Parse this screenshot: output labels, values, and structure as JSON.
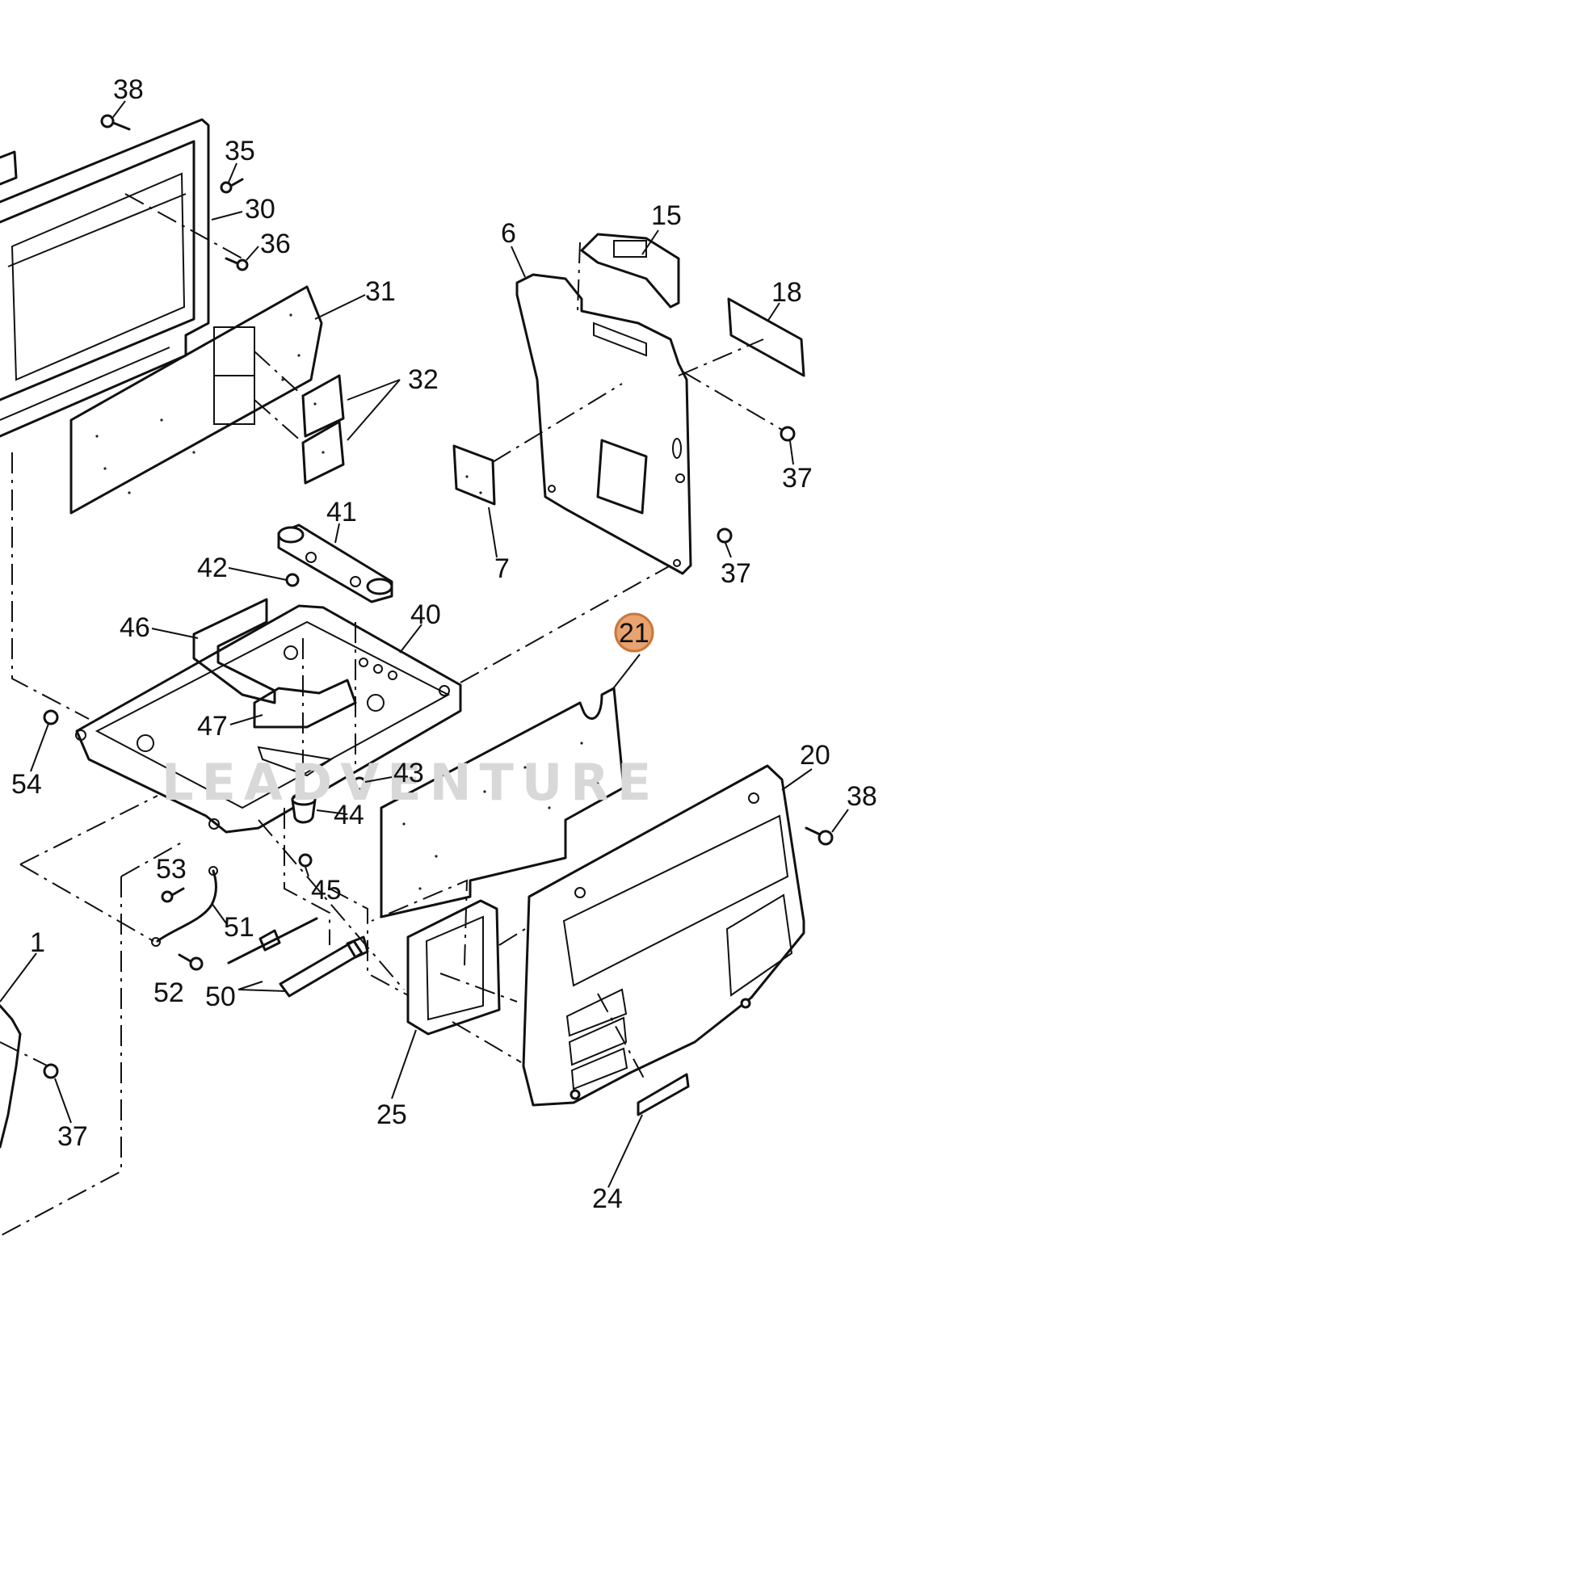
{
  "watermark": "LEADVENTURE",
  "highlighted_part": "21",
  "callouts": {
    "c38a": "38",
    "c35": "35",
    "c30": "30",
    "c36": "36",
    "c31": "31",
    "c32": "32",
    "c6": "6",
    "c15": "15",
    "c18": "18",
    "c37a": "37",
    "c37b": "37",
    "c7": "7",
    "c41": "41",
    "c42": "42",
    "c46": "46",
    "c40": "40",
    "c21": "21",
    "c47": "47",
    "c54": "54",
    "c43": "43",
    "c44": "44",
    "c20": "20",
    "c38b": "38",
    "c53": "53",
    "c45": "45",
    "c51": "51",
    "c1": "1",
    "c52": "52",
    "c50": "50",
    "c25": "25",
    "c37c": "37",
    "c24": "24"
  },
  "colors": {
    "line": "#111111",
    "highlight_fill": "#e8a36e",
    "highlight_stroke": "#c9773a",
    "watermark": "#d8d8d8"
  }
}
